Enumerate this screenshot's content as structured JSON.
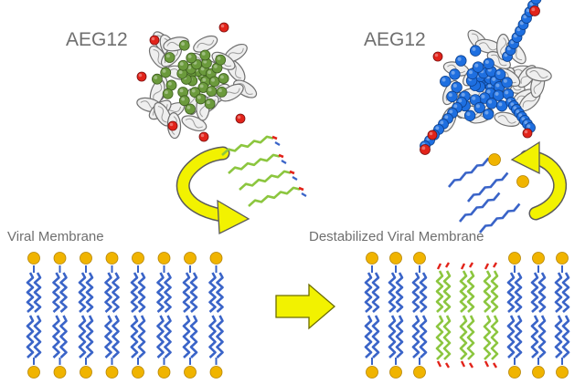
{
  "labels": {
    "protein_left": "AEG12",
    "protein_right": "AEG12",
    "membrane_left": "Viral Membrane",
    "membrane_right": "Destabilized Viral Membrane"
  },
  "colors": {
    "headgroup": "#f0b400",
    "lipid_tail": "#3a64c8",
    "bound_lipid_green": "#8cc63f",
    "charged_tip_red": "#e2231a",
    "arrow_yellow": "#f2f200",
    "protein_helix": "#d9d9d9",
    "ligand_green": "#6b9a3c",
    "ligand_blue": "#1e6fe0"
  },
  "icons": {
    "protein_left": "protein-structure-with-green-ligand",
    "protein_right": "protein-structure-with-blue-lipid",
    "cycle_left": "curved-exchange-arrow",
    "cycle_right": "curved-exchange-arrow",
    "process": "right-arrow"
  },
  "membranes": {
    "left_lipid_pairs": 8,
    "right_lipid_pairs": 9,
    "right_inserted_green_pairs": [
      3,
      4,
      5
    ]
  }
}
